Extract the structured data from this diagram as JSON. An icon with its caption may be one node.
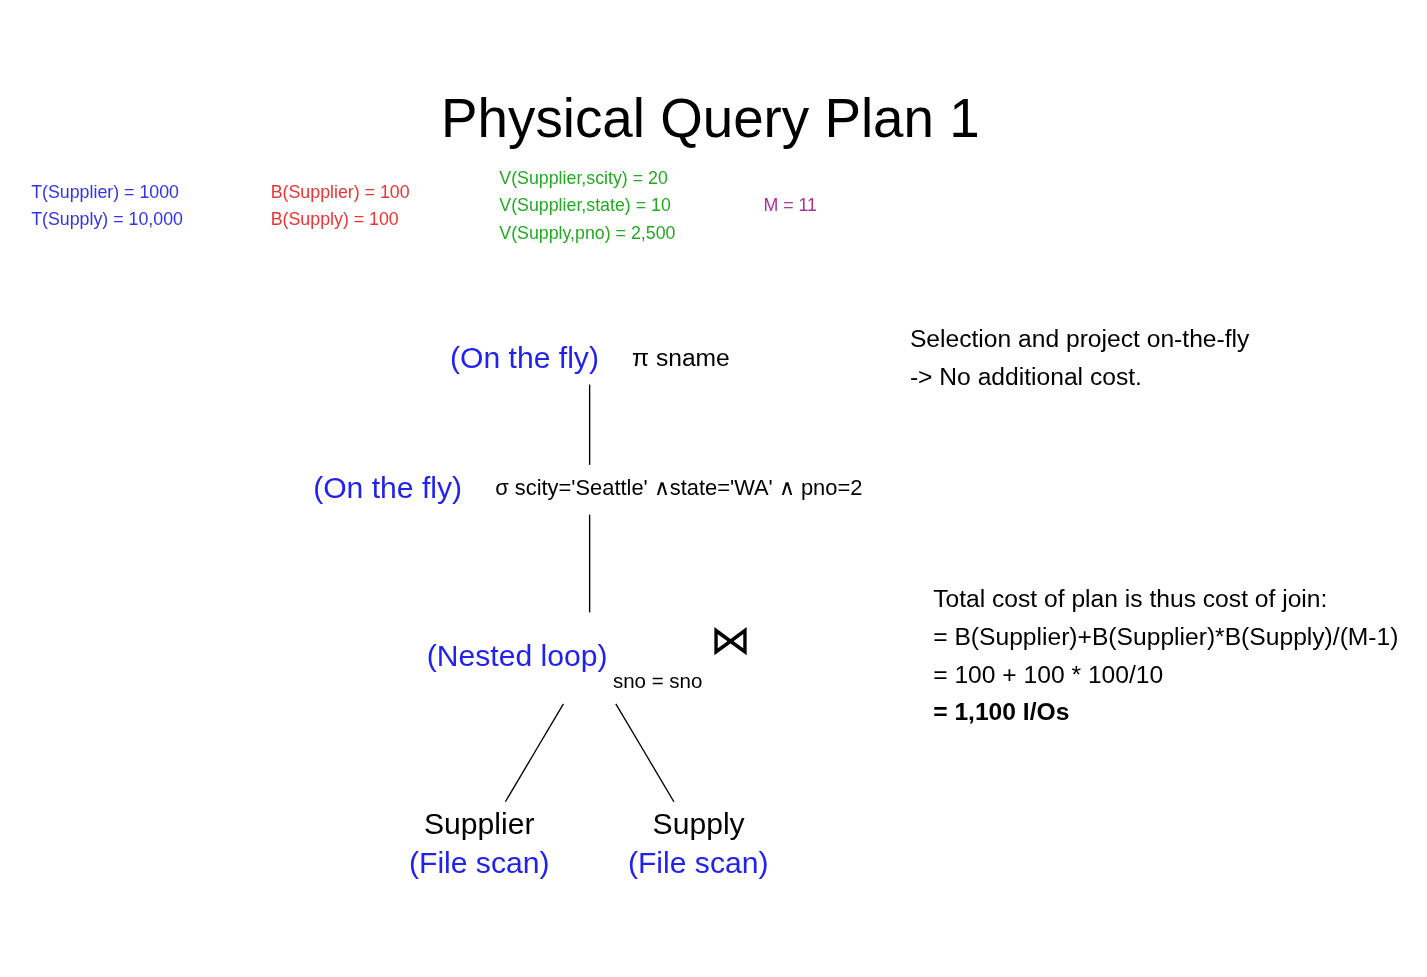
{
  "diagram": {
    "title": "Physical Query Plan 1",
    "nodes": [
      {
        "text": [
          "π sname"
        ],
        "beside": [
          "(On the fly)"
        ]
      },
      {
        "text": [
          "σ scity='Seattle' ∧state='WA' ∧ pno=2"
        ],
        "beside": [
          "(On the fly)"
        ]
      },
      {
        "text": [
          "⋈",
          "sno = sno"
        ],
        "beside": [
          "(Nested loop)"
        ]
      },
      {
        "text": [
          "Supplier",
          "(File scan)"
        ]
      },
      {
        "text": [
          "Supply",
          "(File scan)"
        ]
      }
    ],
    "edges": [
      {
        "from": 0,
        "to": 1,
        "arrow": "none"
      },
      {
        "from": 1,
        "to": 2,
        "arrow": "none"
      },
      {
        "from": 2,
        "to": 3,
        "arrow": "none"
      },
      {
        "from": 2,
        "to": 4,
        "arrow": "none"
      }
    ],
    "labels": [
      "T(Supplier) = 1000",
      "T(Supply) = 10,000",
      "B(Supplier) = 100",
      "B(Supply) = 100",
      "V(Supplier,scity) = 20",
      "V(Supplier,state) = 10",
      "V(Supply,pno) = 2,500",
      "M = 11",
      "Selection and project on-the-fly",
      "-> No additional cost.",
      "Total cost of plan is thus cost of join:",
      "= B(Supplier)+B(Supplier)*B(Supply)/(M-1)",
      "= 100 + 100 * 100/10",
      "= 1,100 I/Os"
    ]
  }
}
